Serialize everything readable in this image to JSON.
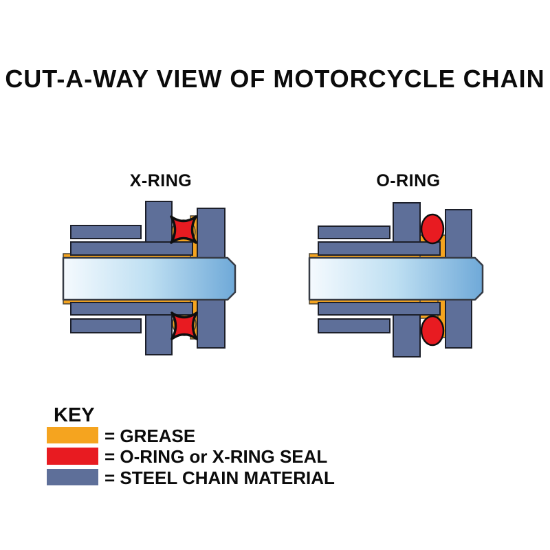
{
  "title": "CUT-A-WAY VIEW OF MOTORCYCLE CHAIN",
  "diagrams": {
    "left_label": "X-RING",
    "right_label": "O-RING"
  },
  "key": {
    "heading": "KEY",
    "items": [
      {
        "name": "grease",
        "label": "= GREASE",
        "color": "#F5A41F"
      },
      {
        "name": "seal",
        "label": "= O-RING or X-RING SEAL",
        "color": "#E81B21"
      },
      {
        "name": "steel",
        "label": "= STEEL CHAIN MATERIAL",
        "color": "#5E6F99"
      }
    ]
  },
  "colors": {
    "grease": "#F5A41F",
    "grease_outline": "#4a4436",
    "seal": "#E81B21",
    "steel": "#5E6F99",
    "steel_outline": "#1c1f2a",
    "pin_light": "#F5FAFE",
    "pin_mid": "#BEDFF2",
    "pin_dark": "#6FA9D8",
    "pin_outline": "#363b45",
    "text": "#0b0b0b"
  }
}
